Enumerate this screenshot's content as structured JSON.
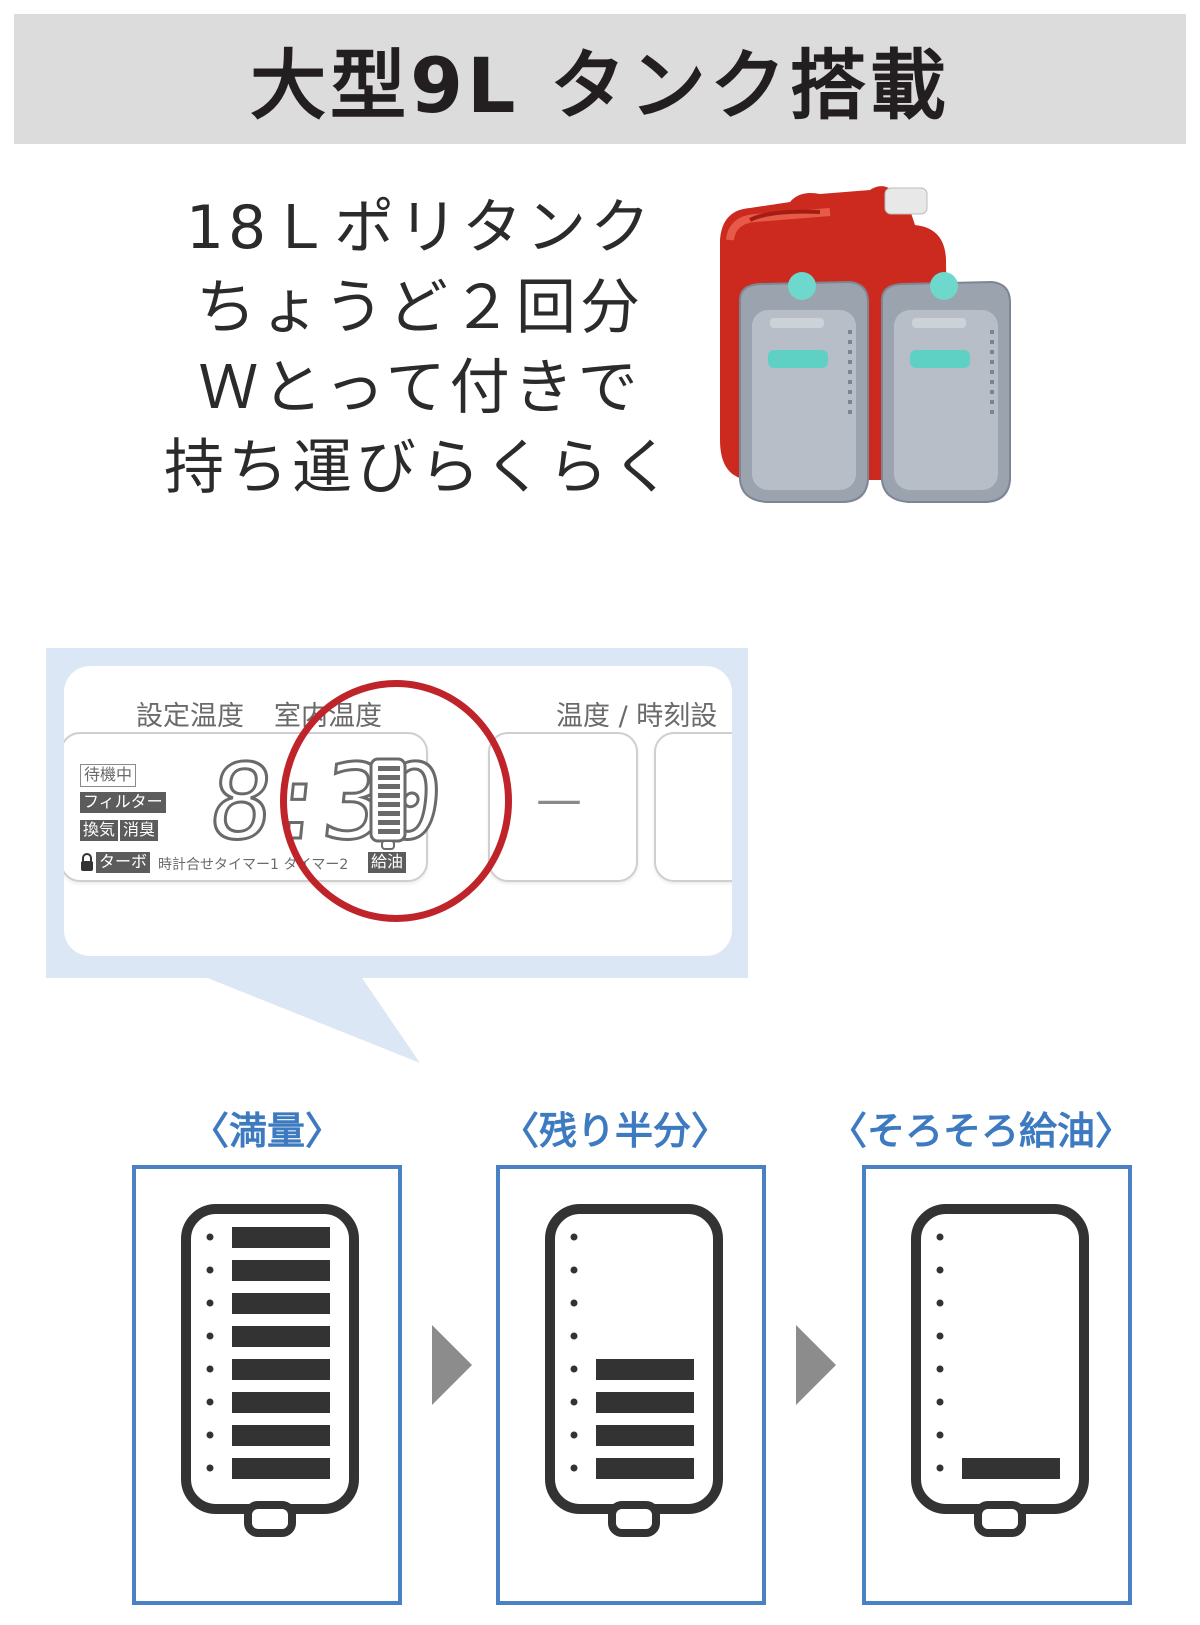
{
  "header": {
    "title": "大型9L タンク搭載"
  },
  "intro": {
    "lines": [
      "18Ｌポリタンク",
      "ちょうど２回分",
      "Ｗとって付きで",
      "持ち運びらくらく"
    ]
  },
  "lcd": {
    "label_set_temp": "設定温度",
    "label_room_temp": "室内温度",
    "label_temp_time": "温度 / 時刻設",
    "digits": "8:30",
    "tag_standby": "待機中",
    "tag_filter": "フィルター",
    "tag_vent": "換気",
    "tag_deodor": "消臭",
    "tag_turbo": "ターボ",
    "bottom_text": "時計合せタイマー1 タイマー2",
    "tag_refuel": "給油",
    "dash": "—"
  },
  "levels": [
    {
      "label": "〈満量〉",
      "bars": 8
    },
    {
      "label": "〈残り半分〉",
      "bars": 4
    },
    {
      "label": "〈そろそろ給油〉",
      "bars": 1
    }
  ],
  "colors": {
    "accent_blue": "#4a80c4",
    "circle_red": "#c0242b",
    "banner_gray": "#dcdcdc"
  }
}
